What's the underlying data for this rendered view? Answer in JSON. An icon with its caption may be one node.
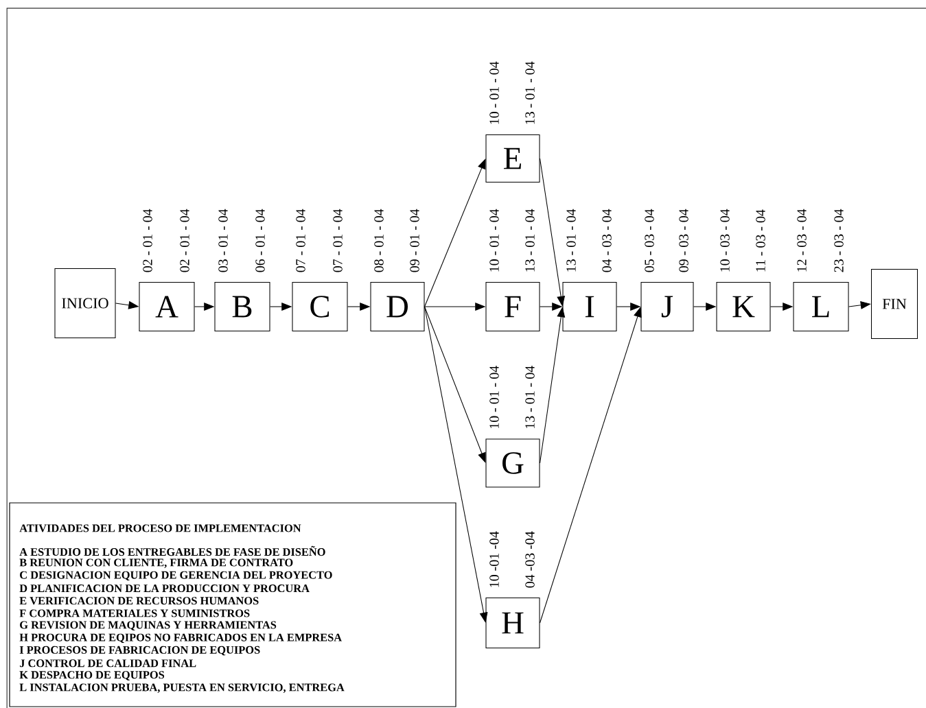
{
  "diagram": {
    "nodes": [
      {
        "text": [
          "INICIO"
        ]
      },
      {
        "text": [
          "A"
        ],
        "beside": [
          "02 - 01 - 04",
          "02 - 01 - 04"
        ]
      },
      {
        "text": [
          "B"
        ],
        "beside": [
          "03 - 01 - 04",
          "06 - 01 - 04"
        ]
      },
      {
        "text": [
          "C"
        ],
        "beside": [
          "07 - 01 - 04",
          "07 - 01 - 04"
        ]
      },
      {
        "text": [
          "D"
        ],
        "beside": [
          "08 - 01 - 04",
          "09 - 01 - 04"
        ]
      },
      {
        "text": [
          "E"
        ],
        "beside": [
          "10 - 01 - 04",
          "13 - 01 - 04"
        ]
      },
      {
        "text": [
          "F"
        ],
        "beside": [
          "10 - 01 - 04",
          "13 - 01 - 04"
        ]
      },
      {
        "text": [
          "G"
        ],
        "beside": [
          "10 - 01 - 04",
          "13 - 01 - 04"
        ]
      },
      {
        "text": [
          "H"
        ],
        "beside": [
          "10 -01 -04",
          "04 -03 -04"
        ]
      },
      {
        "text": [
          "I"
        ],
        "beside": [
          "13 - 01 - 04",
          "04 - 03 - 04"
        ]
      },
      {
        "text": [
          "J"
        ],
        "beside": [
          "05 - 03 - 04",
          "09 - 03 - 04"
        ]
      },
      {
        "text": [
          "K"
        ],
        "beside": [
          "10 - 03 - 04",
          "11 - 03 - 04"
        ]
      },
      {
        "text": [
          "L"
        ],
        "beside": [
          "12 - 03 - 04",
          "23 - 03 - 04"
        ]
      },
      {
        "text": [
          "FIN"
        ]
      }
    ],
    "edges": [
      {
        "from": 0,
        "to": 1,
        "arrow": "to"
      },
      {
        "from": 1,
        "to": 2,
        "arrow": "to"
      },
      {
        "from": 2,
        "to": 3,
        "arrow": "to"
      },
      {
        "from": 3,
        "to": 4,
        "arrow": "to"
      },
      {
        "from": 4,
        "to": 5,
        "arrow": "to"
      },
      {
        "from": 4,
        "to": 6,
        "arrow": "to"
      },
      {
        "from": 4,
        "to": 7,
        "arrow": "to"
      },
      {
        "from": 4,
        "to": 8,
        "arrow": "to"
      },
      {
        "from": 5,
        "to": 9,
        "arrow": "to"
      },
      {
        "from": 6,
        "to": 9,
        "arrow": "to"
      },
      {
        "from": 7,
        "to": 9,
        "arrow": "to"
      },
      {
        "from": 8,
        "to": 10,
        "arrow": "to"
      },
      {
        "from": 9,
        "to": 10,
        "arrow": "to"
      },
      {
        "from": 10,
        "to": 11,
        "arrow": "to"
      },
      {
        "from": 11,
        "to": 12,
        "arrow": "to"
      },
      {
        "from": 12,
        "to": 13,
        "arrow": "to"
      }
    ],
    "labels": [
      "ATIVIDADES DEL PROCESO DE IMPLEMENTACION",
      "A ESTUDIO DE LOS ENTREGABLES DE FASE DE DISEÑO",
      "B REUNION CON CLIENTE, FIRMA DE CONTRATO",
      "C DESIGNACION EQUIPO DE GERENCIA DEL PROYECTO",
      "D PLANIFICACION DE LA PRODUCCION Y PROCURA",
      "E VERIFICACION DE RECURSOS HUMANOS",
      "F COMPRA MATERIALES Y SUMINISTROS",
      "G REVISION DE MAQUINAS Y HERRAMIENTAS",
      "H PROCURA DE EQIPOS NO FABRICADOS EN LA EMPRESA",
      "I PROCESOS DE FABRICACION DE EQUIPOS",
      "J CONTROL DE CALIDAD FINAL",
      "K DESPACHO DE EQUIPOS",
      "L INSTALACION PRUEBA, PUESTA EN SERVICIO, ENTREGA"
    ]
  }
}
